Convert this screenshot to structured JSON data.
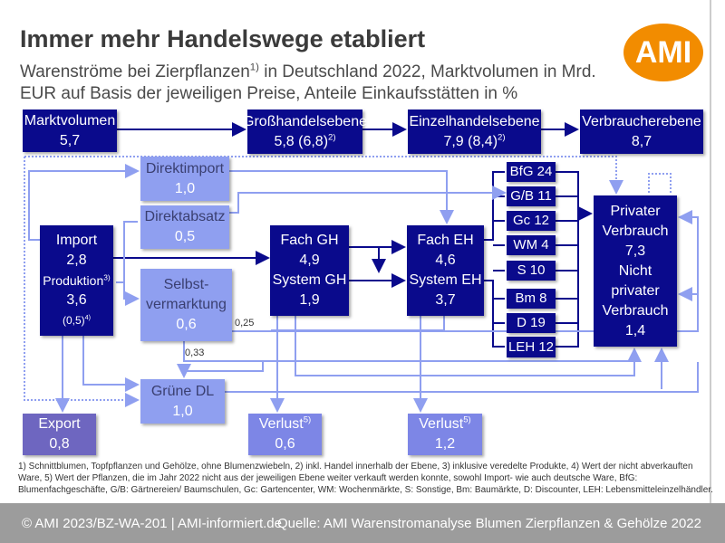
{
  "title": "Immer mehr Handelswege etabliert",
  "subtitle": {
    "pre": "Warenströme bei Zierpflanzen",
    "sup": "1)",
    "post": " in Deutschland 2022, Marktvolumen in Mrd. EUR auf Basis der jeweiligen Preise, Anteile Einkaufsstätten in %"
  },
  "logo": "AMI",
  "levels": {
    "markt": {
      "label": "Marktvolumen",
      "value": "5,7"
    },
    "gross": {
      "label": "Großhandelsebene",
      "value": "5,8 (6,8)",
      "sup": "2)"
    },
    "einzel": {
      "label": "Einzelhandelsebene",
      "value": "7,9 (8,4)",
      "sup": "2)"
    },
    "verbraucher": {
      "label": "Verbraucherebene",
      "value": "8,7"
    }
  },
  "nodes": {
    "direktimport": {
      "label": "Direktimport",
      "value": "1,0"
    },
    "direktabsatz": {
      "label": "Direktabsatz",
      "value": "0,5"
    },
    "selbst": {
      "label1": "Selbst-",
      "label2": "vermarktung",
      "value": "0,6"
    },
    "import": {
      "label": "Import",
      "value": "2,8",
      "label2": "Produktion",
      "sup": "3)",
      "value2": "3,6",
      "note": "(0,5)",
      "note_sup": "4)"
    },
    "gh": {
      "l1": "Fach GH",
      "v1": "4,9",
      "l2": "System GH",
      "v2": "1,9"
    },
    "eh": {
      "l1": "Fach EH",
      "v1": "4,6",
      "l2": "System EH",
      "v2": "3,7"
    },
    "verbrauch": {
      "l1": "Privater",
      "l2": "Verbrauch",
      "v1": "7,3",
      "l3": "Nicht",
      "l4": "privater",
      "l5": "Verbrauch",
      "v2": "1,4"
    },
    "gruene": {
      "label": "Grüne DL",
      "value": "1,0"
    },
    "export": {
      "label": "Export",
      "value": "0,8"
    },
    "verlust1": {
      "label": "Verlust",
      "sup": "5)",
      "value": "0,6"
    },
    "verlust2": {
      "label": "Verlust",
      "sup": "5)",
      "value": "1,2"
    }
  },
  "shops": [
    "BfG 24",
    "G/B 11",
    "Gc 12",
    "WM 4",
    "S 10",
    "Bm 8",
    "D 19",
    "LEH 12"
  ],
  "flow_labels": {
    "a": "0,25",
    "b": "0,33"
  },
  "footnote": "1) Schnittblumen, Topfpflanzen und Gehölze, ohne Blumenzwiebeln, 2) inkl. Handel innerhalb der Ebene, 3) inklusive veredelte Produkte, 4) Wert der nicht abverkauften Ware, 5) Wert der Pflanzen, die im Jahr 2022 nicht aus der jeweiligen Ebene weiter verkauft werden konnte, sowohl Import- wie auch deutsche Ware, BfG: Blumenfachgeschäfte, G/B: Gärtnereien/ Baumschulen, Gc: Gartencenter, WM: Wochenmärkte, S: Sonstige, Bm: Baumärkte, D: Discounter, LEH: Lebensmitteleinzelhändler.",
  "footer": {
    "left": "© AMI 2023/BZ-WA-201 | AMI-informiert.de",
    "right": "Quelle: AMI Warenstromanalyse Blumen Zierpflanzen & Gehölze 2022"
  }
}
